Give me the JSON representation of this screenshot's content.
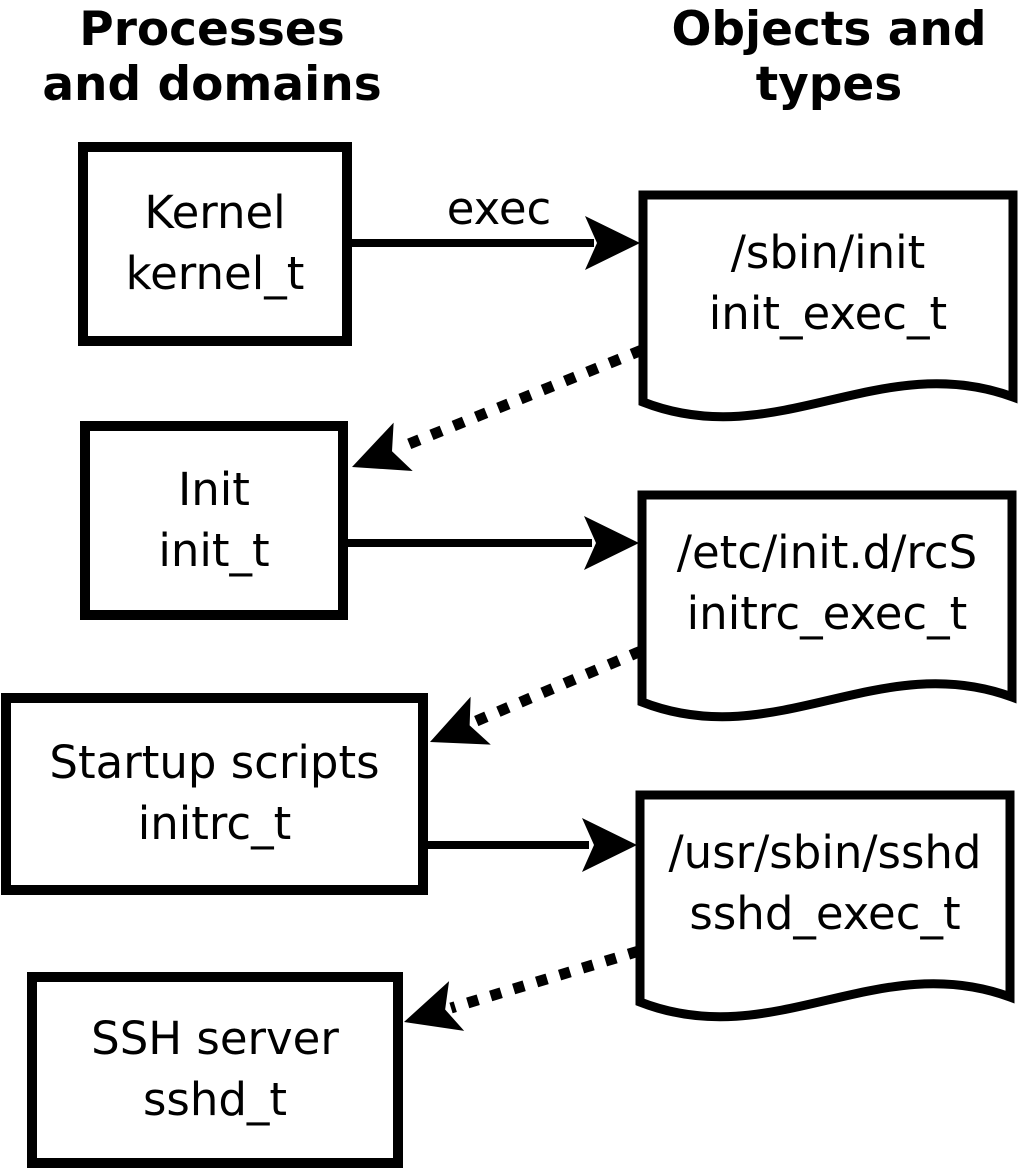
{
  "colors": {
    "ink": "#000000",
    "bg": "#ffffff"
  },
  "headers": {
    "left": {
      "line1": "Processes",
      "line2": "and domains"
    },
    "right": {
      "line1": "Objects and",
      "line2": "types"
    }
  },
  "processes": [
    {
      "name": "Kernel",
      "type": "kernel_t"
    },
    {
      "name": "Init",
      "type": "init_t"
    },
    {
      "name": "Startup scripts",
      "type": "initrc_t"
    },
    {
      "name": "SSH server",
      "type": "sshd_t"
    }
  ],
  "objects": [
    {
      "path": "/sbin/init",
      "type": "init_exec_t"
    },
    {
      "path": "/etc/init.d/rcS",
      "type": "initrc_exec_t"
    },
    {
      "path": "/usr/sbin/sshd",
      "type": "sshd_exec_t"
    }
  ],
  "exec_label": "exec",
  "relations": [
    {
      "from": "kernel_t",
      "to": "init_exec_t",
      "style": "solid",
      "label": "exec"
    },
    {
      "from": "init_exec_t",
      "to": "init_t",
      "style": "dotted",
      "label": ""
    },
    {
      "from": "init_t",
      "to": "initrc_exec_t",
      "style": "solid",
      "label": ""
    },
    {
      "from": "initrc_exec_t",
      "to": "initrc_t",
      "style": "dotted",
      "label": ""
    },
    {
      "from": "initrc_t",
      "to": "sshd_exec_t",
      "style": "solid",
      "label": ""
    },
    {
      "from": "sshd_exec_t",
      "to": "sshd_t",
      "style": "dotted",
      "label": ""
    }
  ]
}
